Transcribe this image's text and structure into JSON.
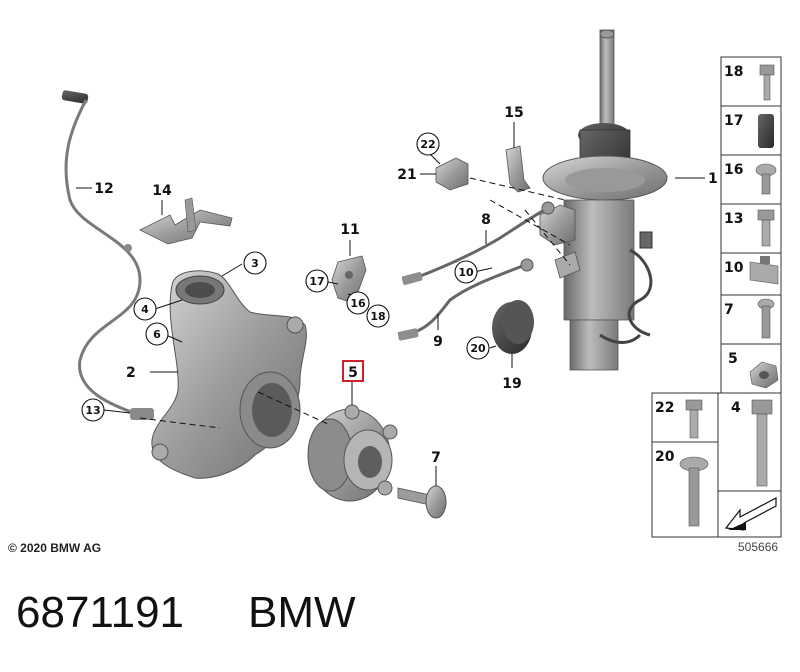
{
  "diagram": {
    "callouts": [
      {
        "id": "p1",
        "label": "1"
      },
      {
        "id": "p2",
        "label": "2"
      },
      {
        "id": "p3",
        "label": "3"
      },
      {
        "id": "p4",
        "label": "4"
      },
      {
        "id": "p5",
        "label": "5",
        "highlighted": true
      },
      {
        "id": "p6",
        "label": "6"
      },
      {
        "id": "p7",
        "label": "7"
      },
      {
        "id": "p8",
        "label": "8"
      },
      {
        "id": "p9",
        "label": "9"
      },
      {
        "id": "p10",
        "label": "10"
      },
      {
        "id": "p11",
        "label": "11"
      },
      {
        "id": "p12",
        "label": "12"
      },
      {
        "id": "p13",
        "label": "13"
      },
      {
        "id": "p14",
        "label": "14"
      },
      {
        "id": "p15",
        "label": "15"
      },
      {
        "id": "p16",
        "label": "16"
      },
      {
        "id": "p17",
        "label": "17"
      },
      {
        "id": "p18",
        "label": "18"
      },
      {
        "id": "p19",
        "label": "19"
      },
      {
        "id": "p20",
        "label": "20"
      },
      {
        "id": "p21",
        "label": "21"
      },
      {
        "id": "p22",
        "label": "22"
      }
    ],
    "parts_table": [
      "18",
      "17",
      "16",
      "13",
      "10",
      "7",
      "5",
      "22",
      "4",
      "20"
    ],
    "highlight_color": "#d0202a",
    "part_color": "#9a9a9a"
  },
  "footer": {
    "copyright": "© 2020 BMW AG",
    "drawing_number": "505666"
  },
  "caption": {
    "part_number": "6871191",
    "brand": "BMW"
  }
}
